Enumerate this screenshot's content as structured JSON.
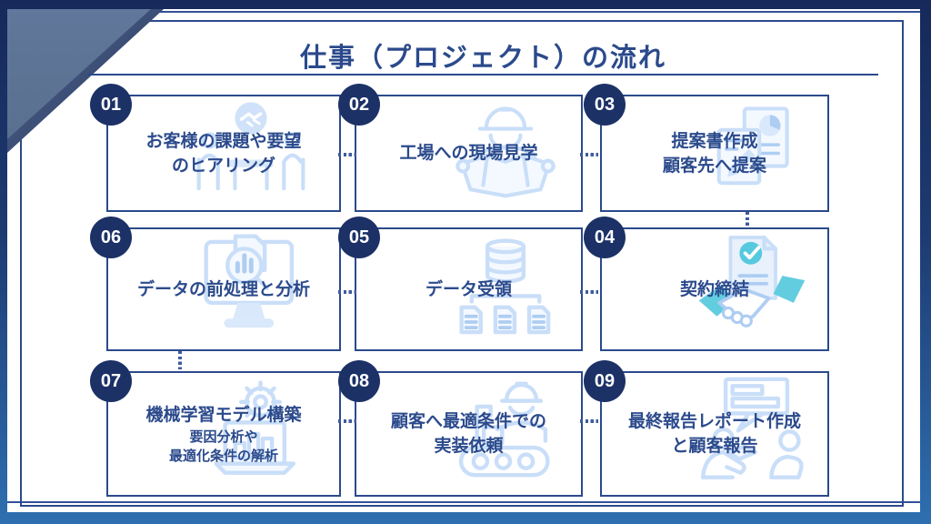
{
  "header": {
    "title": "仕事（プロジェクト）の流れ"
  },
  "steps": [
    {
      "number": "01",
      "title_lines": [
        "お客様の課題や要望",
        "のヒアリング"
      ],
      "icon": "meeting-hearing-icon"
    },
    {
      "number": "02",
      "title_lines": [
        "工場への現場見学"
      ],
      "icon": "factory-visit-icon"
    },
    {
      "number": "03",
      "title_lines": [
        "提案書作成",
        "顧客先へ提案"
      ],
      "icon": "proposal-document-icon"
    },
    {
      "number": "04",
      "title_lines": [
        "契約締結"
      ],
      "icon": "contract-handshake-icon"
    },
    {
      "number": "05",
      "title_lines": [
        "データ受領"
      ],
      "icon": "data-receipt-icon"
    },
    {
      "number": "06",
      "title_lines": [
        "データの前処理と分析"
      ],
      "icon": "data-analysis-icon"
    },
    {
      "number": "07",
      "title_lines": [
        "機械学習モデル構築"
      ],
      "sub_lines": [
        "要因分析や",
        "最適化条件の解析"
      ],
      "icon": "ml-model-icon"
    },
    {
      "number": "08",
      "title_lines": [
        "顧客へ最適条件での",
        "実装依頼"
      ],
      "icon": "implementation-request-icon"
    },
    {
      "number": "09",
      "title_lines": [
        "最終報告レポート作成",
        "と顧客報告"
      ],
      "icon": "final-report-icon"
    }
  ],
  "colors": {
    "accent_navy": "#2b4a8c",
    "badge_navy": "#1c3166",
    "dot_navy": "#3f5c9c",
    "icon_light_blue": "#c9def8",
    "icon_teal": "#57c9de",
    "frame_top": "#16295a",
    "frame_bottom": "#2e6fb0",
    "tri_light": "#5d7499"
  }
}
